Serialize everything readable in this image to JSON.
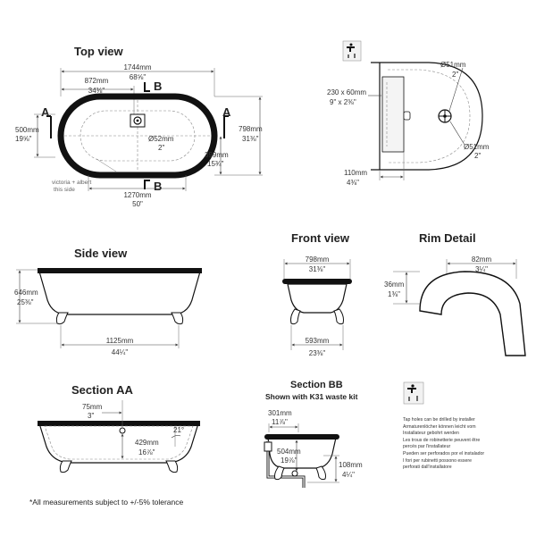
{
  "titles": {
    "top": "Top view",
    "side": "Side view",
    "front": "Front view",
    "rim": "Rim Detail",
    "sectionAA": "Section AA",
    "sectionBB": "Section BB",
    "sectionBBsub": "Shown with K31 waste kit"
  },
  "top": {
    "length_mm": "1744mm",
    "length_in": "68⅝\"",
    "half_mm": "872mm",
    "half_in": "34⅜\"",
    "width_mm": "500mm",
    "width_in": "19⅝\"",
    "outer_mm": "798mm",
    "outer_in": "31⅜\"",
    "inner_mm": "399mm",
    "inner_in": "15¾\"",
    "waste_mm": "Ø52mm",
    "waste_in": "2\"",
    "base_mm": "1270mm",
    "base_in": "50\"",
    "labelA": "A",
    "labelB": "B",
    "logo": "victoria + albert",
    "logo_sub": "this side"
  },
  "tapDetail": {
    "hole1_mm": "Ø51mm",
    "hole1_in": "2\"",
    "hole2_mm": "Ø51mm",
    "hole2_in": "2\"",
    "rect_mm": "230 x 60mm",
    "rect_in": "9\" x 2⅜\"",
    "off_mm": "110mm",
    "off_in": "4⅜\""
  },
  "side": {
    "height_mm": "646mm",
    "height_in": "25⅜\"",
    "feet_mm": "1125mm",
    "feet_in": "44¼\""
  },
  "front": {
    "top_mm": "798mm",
    "top_in": "31⅜\"",
    "feet_mm": "593mm",
    "feet_in": "23⅜\""
  },
  "rim": {
    "width_mm": "82mm",
    "width_in": "3¼\"",
    "height_mm": "36mm",
    "height_in": "1⅜\""
  },
  "sectionAA": {
    "rim_mm": "75mm",
    "rim_in": "3\"",
    "depth_mm": "429mm",
    "depth_in": "16⅞\"",
    "angle": "21°"
  },
  "sectionBB": {
    "off_mm": "301mm",
    "off_in": "11⅞\"",
    "depth_mm": "504mm",
    "depth_in": "19⅞\"",
    "clear_mm": "108mm",
    "clear_in": "4¼\""
  },
  "note": "*All measurements subject to +/-5% tolerance",
  "tapNotes": [
    "Tap holes can be drilled by installer",
    "Armaturenlöcher können leicht vom",
    "Installateur gebohrt werden",
    "Les trous de robinetterie peuvent être",
    "percés par l'installateur",
    "Pueden ser perforados por el instalador",
    "I fori per rubinetti possono essere",
    "perforati dall'installatore"
  ]
}
